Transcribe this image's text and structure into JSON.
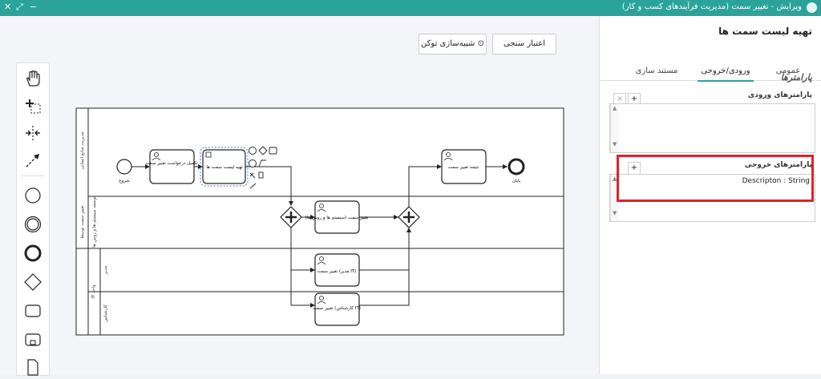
{
  "window": {
    "title": "ویرایش - تغییر سمت  (مدیریت فرآیندهای کسب و کار)",
    "close": "✕",
    "maximize": "⤢",
    "minimize": "−"
  },
  "toolbar": {
    "validate_label": "اعتبار سنجی",
    "simulate_label": "شبیه‌سازی توکن"
  },
  "diagram": {
    "lane_top": "مدیریت منابع انسانی",
    "lane_middle": "توسعه سیستم ها و روش ها",
    "pool_outer": "تغییر سمت توسط",
    "sub_lane_it": "IT",
    "sub_lane_it_label": "IT واحد",
    "sub_lane_mgr": "مدیر",
    "sub_lane_expert": "کارشناس",
    "start_label": "شروع",
    "end_label": "پایان",
    "task1": "تکمیل درخواست تغییر سمت",
    "task2": "تهیه لیست سمت ها",
    "task3": "تغییر سمت (سیستم ها و روش ها)",
    "task4": "تغییر سمت (مدیر IT)",
    "task5": "تغییر سمت (کارشناس IT)",
    "task6": "نتیجه تغییر سمت"
  },
  "panel": {
    "title": "تهیه لیست سمت ها",
    "tabs": [
      "عمومی",
      "ورودی/خروجی",
      "مستند سازی"
    ],
    "active_tab": "ورودی/خروجی",
    "section_title": "پارامترها",
    "input_label": "پارامترهای ورودی",
    "output_label": "پارامترهای خروجی",
    "add": "+",
    "remove": "×",
    "output_param": "Descripton : String"
  },
  "colors": {
    "accent": "#2aa39b",
    "highlight": "#e0212b"
  }
}
